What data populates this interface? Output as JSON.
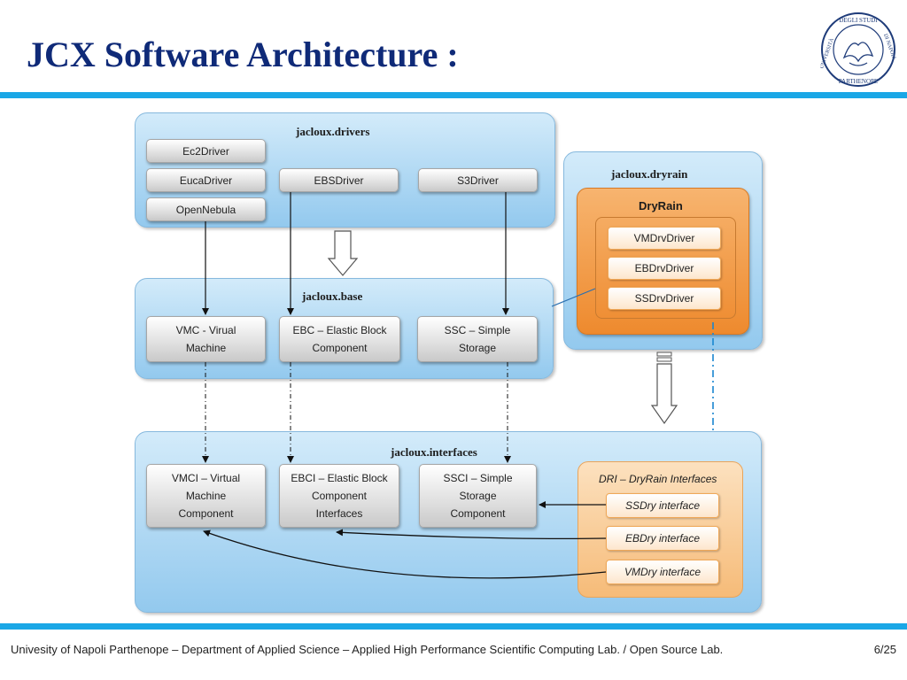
{
  "slide": {
    "title": "JCX Software Architecture :",
    "footer": "Univesity of Napoli Parthenope – Department of Applied Science – Applied High Performance Scientific Computing Lab. / Open Source Lab.",
    "page": "6/25",
    "accent": "#1aa7e6",
    "title_color": "#0f2a78"
  },
  "seal": {
    "top_text": "DEGLI STUDI",
    "left_text": "UNIVERSITÀ",
    "right_text": "DI NAPOLI",
    "bottom_text": "PARTHENOPE"
  },
  "drivers": {
    "label": "jacloux.drivers",
    "ec2": "Ec2Driver",
    "euca": "EucaDriver",
    "opennebula": "OpenNebula",
    "ebs": "EBSDriver",
    "s3": "S3Driver"
  },
  "base": {
    "label": "jacloux.base",
    "vmc": "VMC - Virual\nMachine",
    "ebc": "EBC – Elastic Block\nComponent",
    "ssc": "SSC – Simple\nStorage"
  },
  "dryrain": {
    "label": "jacloux.dryrain",
    "inner_label": "DryRain",
    "vm": "VMDrvDriver",
    "eb": "EBDrvDriver",
    "ss": "SSDrvDriver"
  },
  "interfaces": {
    "label": "jacloux.interfaces",
    "vmci": "VMCI – Virtual\nMachine\nComponent",
    "ebci": "EBCI – Elastic Block\nComponent\nInterfaces",
    "ssci": "SSCI – Simple\nStorage\nComponent",
    "dri_label": "DRI – DryRain Interfaces",
    "ssdry": "SSDry interface",
    "ebdry": "EBDry interface",
    "vmdry": "VMDry interface"
  }
}
